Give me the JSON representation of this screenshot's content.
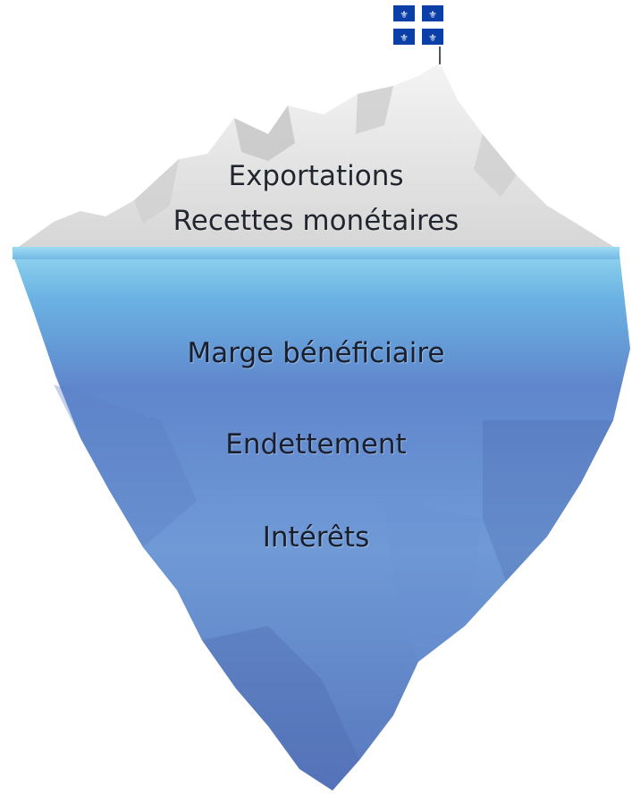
{
  "above_water": {
    "line1": "Exportations",
    "line2": "Recettes monétaires"
  },
  "below_water": {
    "item1": "Marge bénéficiaire",
    "item2": "Endettement",
    "item3": "Intérêts"
  },
  "flag": {
    "icon": "quebec-flag-icon",
    "color_blue": "#0a3fa8",
    "color_white": "#ffffff"
  },
  "colors": {
    "ice_light": "#eeeeee",
    "ice_shadow": "#bdbdbd",
    "water_surface": "#8fd3ee",
    "underwater_light": "#6f9fd8",
    "underwater_dark": "#4f6fb4"
  }
}
